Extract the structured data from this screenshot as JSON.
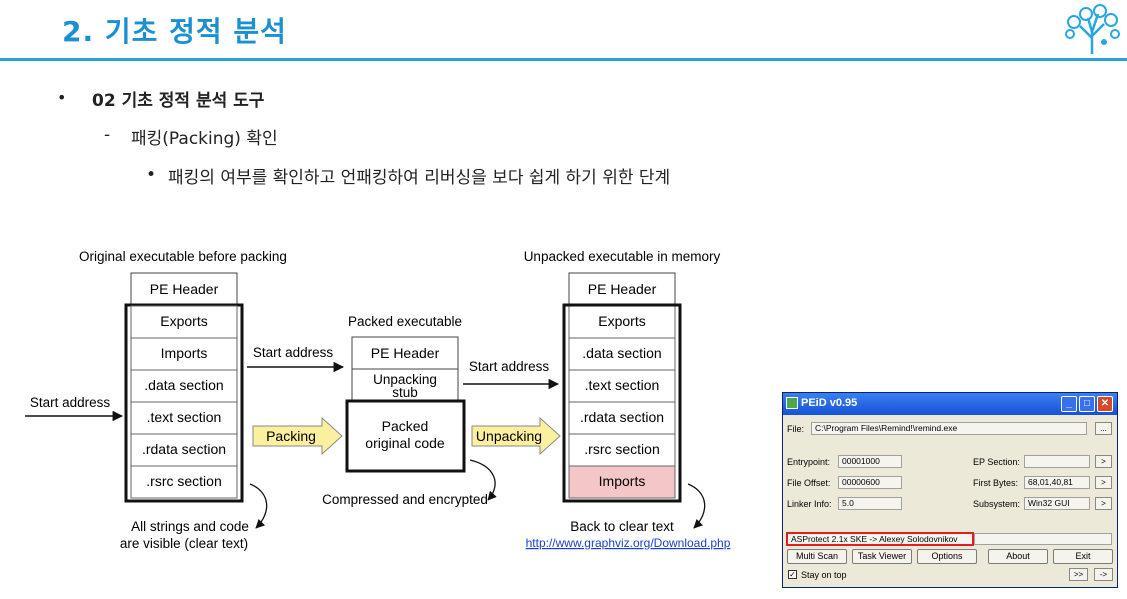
{
  "title": "2. 기초 정적 분석",
  "bullets": {
    "level1_marker": "•",
    "level1": "02 기초 정적 분석 도구",
    "level2_marker": "-",
    "level2": "패킹(Packing) 확인",
    "level3_marker": "•",
    "level3": "패킹의 여부를 확인하고 언패킹하여 리버싱을 보다 쉽게 하기 위한 단계"
  },
  "diagram": {
    "original": {
      "caption": "Original executable before packing",
      "header": "PE Header",
      "sections": [
        "Exports",
        "Imports",
        ".data section",
        ".text section",
        ".rdata section",
        ".rsrc section"
      ],
      "note_line1": "All strings and code",
      "note_line2": "are visible (clear text)"
    },
    "start_address_left": "Start address",
    "start_address_mid": "Start address",
    "start_address_right": "Start address",
    "packing_label": "Packing",
    "unpacking_label": "Unpacking",
    "packed": {
      "caption": "Packed executable",
      "header": "PE Header",
      "stub_line1": "Unpacking",
      "stub_line2": "stub",
      "code_line1": "Packed",
      "code_line2": "original code",
      "note": "Compressed and encrypted"
    },
    "unpacked": {
      "caption": "Unpacked executable in memory",
      "header": "PE Header",
      "sections": [
        "Exports",
        ".data section",
        ".text section",
        ".rdata section",
        ".rsrc section",
        "Imports"
      ],
      "note": "Back to clear text",
      "link": "http://www.graphviz.org/Download.php"
    },
    "colors": {
      "arrow_fill": "#fbf0a0",
      "imports_fill": "#f4c6c8",
      "link": "#1a3fd0"
    }
  },
  "peid": {
    "title": "PEiD v0.95",
    "file_label": "File:",
    "file_value": "C:\\Program Files\\Remind!\\remind.exe",
    "browse": "...",
    "entrypoint_label": "Entrypoint:",
    "entrypoint_value": "00001000",
    "ep_section_label": "EP Section:",
    "ep_section_value": "",
    "file_offset_label": "File Offset:",
    "file_offset_value": "00000600",
    "first_bytes_label": "First Bytes:",
    "first_bytes_value": "68,01,40,81",
    "linker_label": "Linker Info:",
    "linker_value": "5.0",
    "subsystem_label": "Subsystem:",
    "subsystem_value": "Win32 GUI",
    "small_btn": ">",
    "detection": "ASProtect 2.1x SKE -> Alexey Solodovnikov",
    "buttons": [
      "Multi Scan",
      "Task Viewer",
      "Options",
      "About",
      "Exit"
    ],
    "stay_on_top": "Stay on top",
    "nav1": ">>",
    "nav2": "->"
  }
}
